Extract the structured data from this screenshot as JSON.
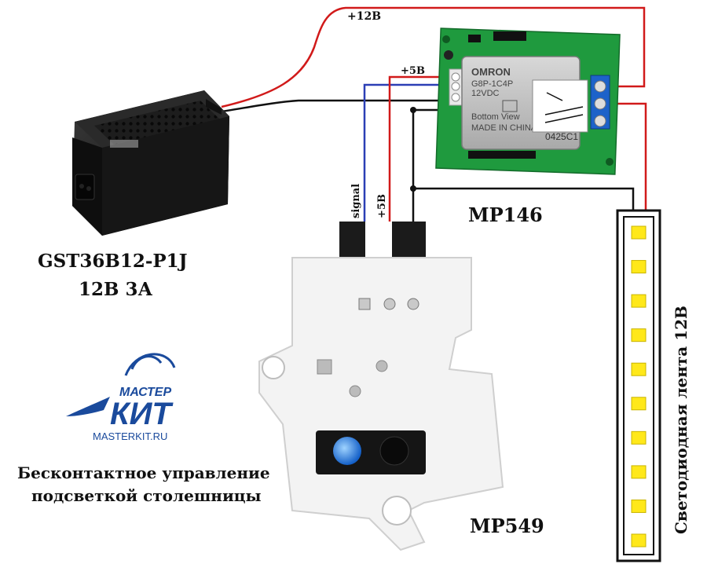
{
  "labels": {
    "plus12v": "+12В",
    "plus5v_top": "+5В",
    "signal": "signal",
    "plus5v_side": "+5В",
    "relay_name": "MP146",
    "sensor_name": "MP549",
    "psu_model": "GST36B12-P1J",
    "psu_rating": "12В 3А",
    "led_strip": "Светодиодная лента 12В",
    "caption_line1": "Бесконтактное управление",
    "caption_line2": "подсветкой столешницы"
  },
  "logo": {
    "word_top": "МАСТЕР",
    "word_main": "КИТ",
    "url": "MASTERKIT.RU"
  },
  "relay_print": {
    "brand": "OMRON",
    "model": "G8P-1C4P",
    "voltage": "12VDC",
    "view": "Bottom View",
    "made": "MADE IN CHINA",
    "code": "0425C1"
  },
  "colors": {
    "wire_positive": "#d11a1a",
    "wire_ground": "#111111",
    "wire_signal": "#2b3fb5",
    "pcb_green": "#1f9a3e",
    "led_yellow": "#ffe81a"
  },
  "led_count": 10
}
